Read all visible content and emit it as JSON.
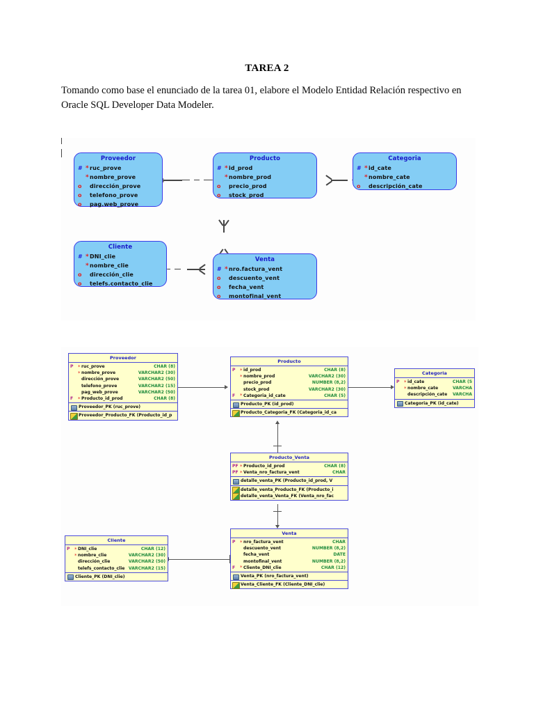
{
  "document": {
    "title": "TAREA 2",
    "paragraph": "Tomando como base el enunciado de la tarea 01, elabore el Modelo Entidad Relación respectivo en Oracle SQL Developer Data Modeler."
  },
  "colors": {
    "entity_fill": "#84cdf5",
    "entity_border": "#3a3ae8",
    "entity_title": "#1919c8",
    "table_fill": "#ffffcc",
    "table_border": "#4a4ad8",
    "table_title": "#1b1bbe",
    "datatype_text": "#1f8a3c",
    "key_letter": "#b0288c",
    "required_mark": "#e02020",
    "connector": "#555555",
    "page_background": "#ffffff"
  },
  "er_diagram": {
    "name": "logical-entity-relationship-diagram",
    "entities": [
      {
        "name": "Proveedor",
        "attributes": [
          {
            "mark": "#",
            "required": "*",
            "label": "ruc_prove"
          },
          {
            "mark": "",
            "required": "*",
            "label": "nombre_prove"
          },
          {
            "mark": "o",
            "required": "",
            "label": "dirección_prove"
          },
          {
            "mark": "o",
            "required": "",
            "label": "telefono_prove"
          },
          {
            "mark": "o",
            "required": "",
            "label": "pag.web_prove"
          }
        ]
      },
      {
        "name": "Producto",
        "attributes": [
          {
            "mark": "#",
            "required": "*",
            "label": "id_prod"
          },
          {
            "mark": "",
            "required": "*",
            "label": "nombre_prod"
          },
          {
            "mark": "o",
            "required": "",
            "label": "precio_prod"
          },
          {
            "mark": "o",
            "required": "",
            "label": "stock_prod"
          }
        ]
      },
      {
        "name": "Categoria",
        "attributes": [
          {
            "mark": "#",
            "required": "*",
            "label": "id_cate"
          },
          {
            "mark": "",
            "required": "*",
            "label": "nombre_cate"
          },
          {
            "mark": "o",
            "required": "",
            "label": "descripción_cate"
          }
        ]
      },
      {
        "name": "Cliente",
        "attributes": [
          {
            "mark": "#",
            "required": "*",
            "label": "DNI_clie"
          },
          {
            "mark": "",
            "required": "*",
            "label": "nombre_clie"
          },
          {
            "mark": "o",
            "required": "",
            "label": "dirección_clie"
          },
          {
            "mark": "o",
            "required": "",
            "label": "telefs.contacto_clie"
          }
        ]
      },
      {
        "name": "Venta",
        "attributes": [
          {
            "mark": "#",
            "required": "*",
            "label": "nro.factura_vent"
          },
          {
            "mark": "o",
            "required": "",
            "label": "descuento_vent"
          },
          {
            "mark": "o",
            "required": "",
            "label": "fecha_vent"
          },
          {
            "mark": "o",
            "required": "",
            "label": "montofinal_vent"
          }
        ]
      }
    ],
    "relationships": [
      {
        "from": "Proveedor",
        "to": "Producto",
        "style": "crowsfoot-dashed-horizontal"
      },
      {
        "from": "Producto",
        "to": "Categoria",
        "style": "crowsfoot-dashed-horizontal"
      },
      {
        "from": "Producto",
        "to": "Venta",
        "style": "crowsfoot-dashed-vertical"
      },
      {
        "from": "Cliente",
        "to": "Venta",
        "style": "crowsfoot-dashed-horizontal"
      }
    ]
  },
  "relational_diagram": {
    "name": "relational-model-diagram",
    "tables": [
      {
        "name": "Proveedor",
        "columns": [
          {
            "key": "P",
            "required": "*",
            "name": "ruc_prove",
            "type": "CHAR (8)"
          },
          {
            "key": "",
            "required": "*",
            "name": "nombre_prove",
            "type": "VARCHAR2 (30)"
          },
          {
            "key": "",
            "required": "",
            "name": "dirección_prove",
            "type": "VARCHAR2 (50)"
          },
          {
            "key": "",
            "required": "",
            "name": "telefono_prove",
            "type": "VARCHAR2 (15)"
          },
          {
            "key": "",
            "required": "",
            "name": "pag_web_prove",
            "type": "VARCHAR2 (50)"
          },
          {
            "key": "F",
            "required": "*",
            "name": "Producto_id_prod",
            "type": "CHAR (8)"
          }
        ],
        "keys": [
          {
            "icon": "pk-icon",
            "label": "Proveedor_PK (ruc_prove)"
          }
        ],
        "foreign_keys": [
          {
            "icon": "fk-icon",
            "label": "Proveedor_Producto_FK (Producto_id_p"
          }
        ]
      },
      {
        "name": "Producto",
        "columns": [
          {
            "key": "P",
            "required": "*",
            "name": "id_prod",
            "type": "CHAR (8)"
          },
          {
            "key": "",
            "required": "*",
            "name": "nombre_prod",
            "type": "VARCHAR2 (30)"
          },
          {
            "key": "",
            "required": "",
            "name": "precio_prod",
            "type": "NUMBER (8,2)"
          },
          {
            "key": "",
            "required": "",
            "name": "stock_prod",
            "type": "VARCHAR2 (30)"
          },
          {
            "key": "F",
            "required": "*",
            "name": "Categoria_id_cate",
            "type": "CHAR (5)"
          }
        ],
        "keys": [
          {
            "icon": "pk-icon",
            "label": "Producto_PK (id_prod)"
          }
        ],
        "foreign_keys": [
          {
            "icon": "fk-icon",
            "label": "Producto_Categoria_FK (Categoria_id_ca"
          }
        ]
      },
      {
        "name": "Categoria",
        "columns": [
          {
            "key": "P",
            "required": "*",
            "name": "id_cate",
            "type": "CHAR (5"
          },
          {
            "key": "",
            "required": "*",
            "name": "nombre_cate",
            "type": "VARCHA"
          },
          {
            "key": "",
            "required": "",
            "name": "descripción_cate",
            "type": "VARCHA"
          }
        ],
        "keys": [
          {
            "icon": "pk-icon",
            "label": "Categoria_PK (id_cate)"
          }
        ],
        "foreign_keys": []
      },
      {
        "name": "Producto_Venta",
        "columns": [
          {
            "key": "PF",
            "required": "*",
            "name": "Producto_id_prod",
            "type": "CHAR (8)"
          },
          {
            "key": "PF",
            "required": "*",
            "name": "Venta_nro_factura_vent",
            "type": "CHAR"
          }
        ],
        "keys": [
          {
            "icon": "pk-icon",
            "label": "detalle_venta_PK (Producto_id_prod, V"
          }
        ],
        "foreign_keys": [
          {
            "icon": "fk-icon",
            "label": "detalle_venta_Producto_FK (Producto_i"
          },
          {
            "icon": "fk-icon",
            "label": "detalle_venta_Venta_FK (Venta_nro_fac"
          }
        ]
      },
      {
        "name": "Venta",
        "columns": [
          {
            "key": "P",
            "required": "*",
            "name": "nro_factura_vent",
            "type": "CHAR"
          },
          {
            "key": "",
            "required": "",
            "name": "descuento_vent",
            "type": "NUMBER (8,2)"
          },
          {
            "key": "",
            "required": "",
            "name": "fecha_vent",
            "type": "DATE"
          },
          {
            "key": "",
            "required": "",
            "name": "montofinal_vent",
            "type": "NUMBER (8,2)"
          },
          {
            "key": "F",
            "required": "*",
            "name": "Cliente_DNI_clie",
            "type": "CHAR (12)"
          }
        ],
        "keys": [
          {
            "icon": "pk-icon",
            "label": "Venta_PK (nro_factura_vent)"
          }
        ],
        "foreign_keys": [
          {
            "icon": "fk-icon",
            "label": "Venta_Cliente_FK (Cliente_DNI_clie)"
          }
        ]
      },
      {
        "name": "Cliente",
        "columns": [
          {
            "key": "P",
            "required": "*",
            "name": "DNI_clie",
            "type": "CHAR (12)"
          },
          {
            "key": "",
            "required": "*",
            "name": "nombre_clie",
            "type": "VARCHAR2 (30)"
          },
          {
            "key": "",
            "required": "",
            "name": "dirección_clie",
            "type": "VARCHAR2 (50)"
          },
          {
            "key": "",
            "required": "",
            "name": "telefs_contacto_clie",
            "type": "VARCHAR2 (15)"
          }
        ],
        "keys": [
          {
            "icon": "pk-icon",
            "label": "Cliente_PK (DNI_clie)"
          }
        ],
        "foreign_keys": []
      }
    ],
    "relationships": [
      {
        "from": "Proveedor",
        "to": "Producto",
        "style": "arrow-right"
      },
      {
        "from": "Producto",
        "to": "Categoria",
        "style": "arrow-right"
      },
      {
        "from": "Producto_Venta",
        "to": "Producto",
        "style": "arrow-up"
      },
      {
        "from": "Producto_Venta",
        "to": "Venta",
        "style": "arrow-down"
      },
      {
        "from": "Venta",
        "to": "Cliente",
        "style": "arrow-left"
      }
    ]
  }
}
